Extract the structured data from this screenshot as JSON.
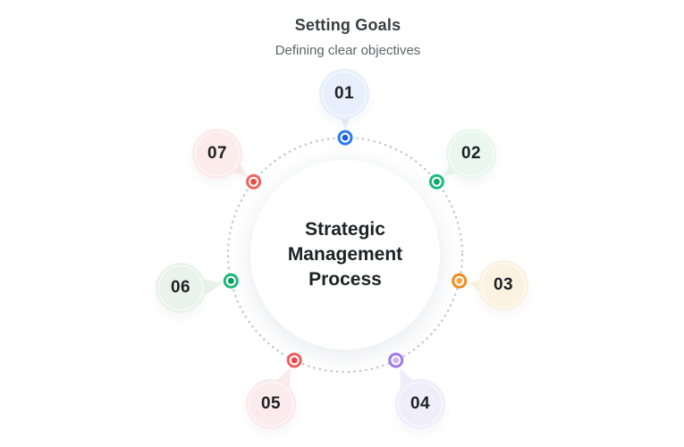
{
  "active_step": {
    "title": "Setting Goals",
    "description": "Defining clear objectives"
  },
  "center": {
    "label": "Strategic Management Process"
  },
  "steps": [
    {
      "number": "01",
      "accent": "#2C7AF2",
      "node_center": "#1E5FE0",
      "bubble_bg": "#E6EFFB"
    },
    {
      "number": "02",
      "accent": "#1ABB79",
      "node_center": "#0FA868",
      "bubble_bg": "#E9F7EF"
    },
    {
      "number": "03",
      "accent": "#F28A1E",
      "node_center": "#F5A44A",
      "bubble_bg": "#FCF2E2"
    },
    {
      "number": "04",
      "accent": "#9C7CEB",
      "node_center": "#C9B7F4",
      "bubble_bg": "#F1EEFC"
    },
    {
      "number": "05",
      "accent": "#F15F5F",
      "node_center": "#E84A4A",
      "bubble_bg": "#FBEBED"
    },
    {
      "number": "06",
      "accent": "#1ABB79",
      "node_center": "#0C9C60",
      "bubble_bg": "#E8F3EB"
    },
    {
      "number": "07",
      "accent": "#F1625C",
      "node_center": "#EA4B43",
      "bubble_bg": "#FBEBEA"
    }
  ],
  "colors": {
    "background": "#FFFFFF",
    "dotted_ring": "#C2C6CC",
    "title_text": "#3A3D42",
    "subtitle_text": "#5F6368",
    "dark_text": "#1F2124"
  }
}
